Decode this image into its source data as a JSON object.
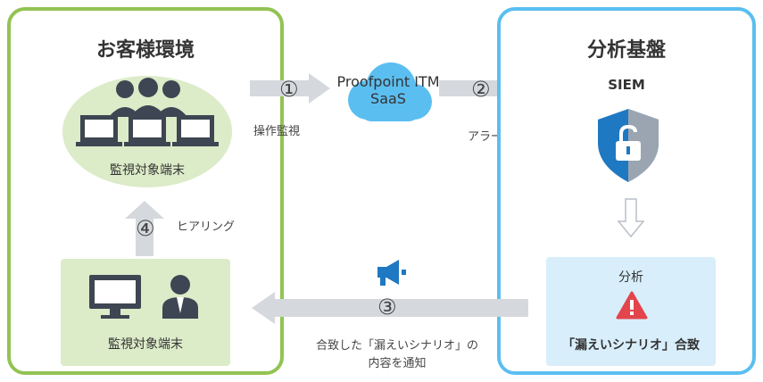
{
  "left_panel": {
    "title": "お客様環境",
    "top_label": "監視対象端末",
    "bottom_label": "監視対象端末"
  },
  "right_panel": {
    "title": "分析基盤",
    "siem_label": "SIEM",
    "analysis_label": "分析",
    "match_label": "「漏えいシナリオ」合致"
  },
  "cloud": {
    "line1": "Proofpoint ITM",
    "line2": "SaaS"
  },
  "steps": {
    "step1": {
      "number": "①",
      "label": "操作監視"
    },
    "step2": {
      "number": "②",
      "label": "アラート"
    },
    "step3": {
      "number": "③",
      "label_line1": "合致した「漏えいシナリオ」の",
      "label_line2": "内容を通知"
    },
    "step4": {
      "number": "④",
      "label": "ヒアリング"
    }
  },
  "colors": {
    "left_border": "#92c353",
    "right_border": "#5bbef0",
    "left_fill": "#dcebc8",
    "right_fill": "#d8eefa",
    "icon_dark": "#3d4652",
    "cloud": "#5bbef0",
    "shield": "#1e78c2",
    "warning": "#e2454c",
    "arrow": "#d5d9de"
  },
  "icons": [
    "users-computers-icon",
    "cloud-icon",
    "shield-lock-icon",
    "down-arrow-icon",
    "megaphone-icon",
    "warning-icon",
    "monitor-person-icon"
  ]
}
